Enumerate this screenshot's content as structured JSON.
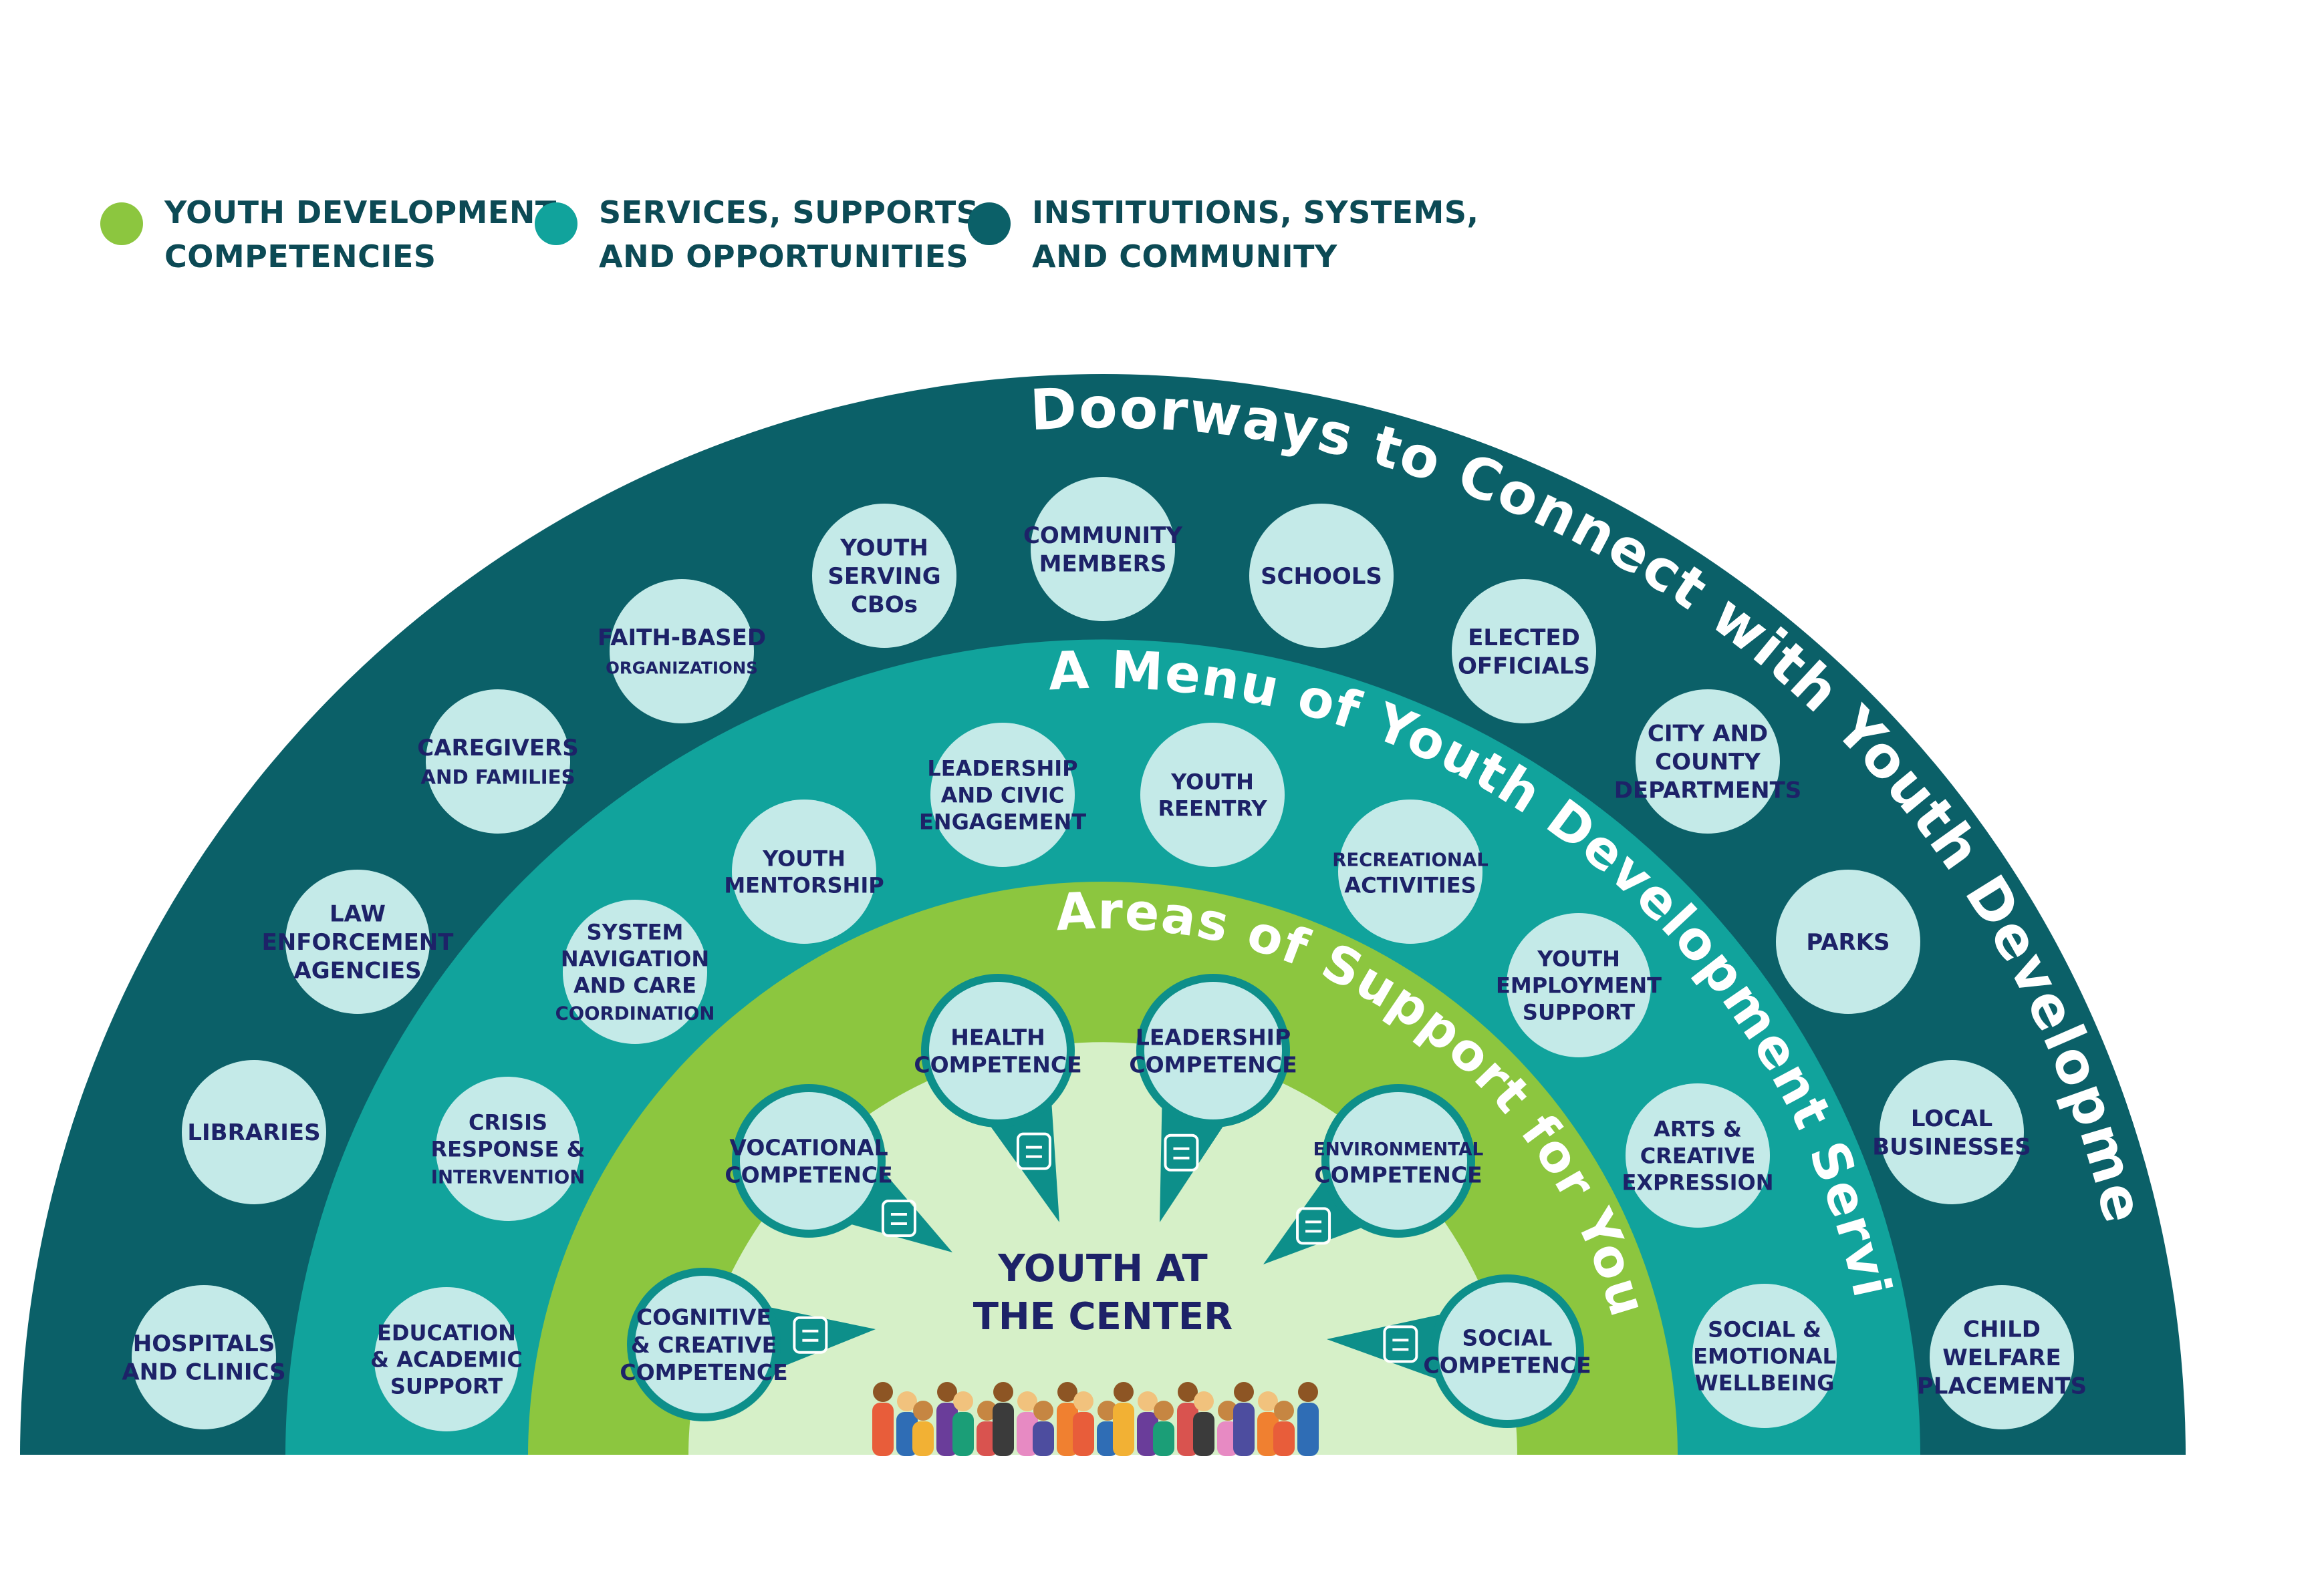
{
  "colors": {
    "outer_ring": "#0b6068",
    "middle_ring": "#11a39c",
    "inner_ring": "#8cc63f",
    "center_fill": "#d6f0c8",
    "bubble_fill": "#c4eae8",
    "bubble_text": "#1d2268",
    "center_text": "#1d2268",
    "title_text": "#ffffff"
  },
  "legend": [
    {
      "label_line1": "YOUTH DEVELOPMENT",
      "label_line2": "COMPETENCIES",
      "color": "#8cc63f"
    },
    {
      "label_line1": "SERVICES, SUPPORTS,",
      "label_line2": "AND OPPORTUNITIES",
      "color": "#11a39c"
    },
    {
      "label_line1": "INSTITUTIONS, SYSTEMS,",
      "label_line2": "AND COMMUNITY",
      "color": "#0b6068"
    }
  ],
  "rings": {
    "outer_title": "Doorways to Connect with Youth Development Services",
    "middle_title": "A Menu of Youth Development Services",
    "inner_title": "Areas of Support for Youth"
  },
  "center": {
    "line1": "YOUTH AT",
    "line2": "THE CENTER"
  },
  "outer_items": [
    {
      "lines": [
        "HOSPITALS",
        "AND CLINICS"
      ]
    },
    {
      "lines": [
        "LIBRARIES"
      ]
    },
    {
      "lines": [
        "LAW",
        "ENFORCEMENT",
        "AGENCIES"
      ]
    },
    {
      "lines": [
        "CAREGIVERS",
        "AND FAMILIES"
      ]
    },
    {
      "lines": [
        "FAITH-BASED",
        "ORGANIZATIONS"
      ]
    },
    {
      "lines": [
        "YOUTH",
        "SERVING",
        "CBOs"
      ]
    },
    {
      "lines": [
        "COMMUNITY",
        "MEMBERS"
      ]
    },
    {
      "lines": [
        "SCHOOLS"
      ]
    },
    {
      "lines": [
        "ELECTED",
        "OFFICIALS"
      ]
    },
    {
      "lines": [
        "CITY AND",
        "COUNTY",
        "DEPARTMENTS"
      ]
    },
    {
      "lines": [
        "PARKS"
      ]
    },
    {
      "lines": [
        "LOCAL",
        "BUSINESSES"
      ]
    },
    {
      "lines": [
        "CHILD",
        "WELFARE",
        "PLACEMENTS"
      ]
    }
  ],
  "middle_items": [
    {
      "lines": [
        "EDUCATION",
        "& ACADEMIC",
        "SUPPORT"
      ]
    },
    {
      "lines": [
        "CRISIS",
        "RESPONSE &",
        "INTERVENTION"
      ]
    },
    {
      "lines": [
        "SYSTEM",
        "NAVIGATION",
        "AND CARE",
        "COORDINATION"
      ]
    },
    {
      "lines": [
        "YOUTH",
        "MENTORSHIP"
      ]
    },
    {
      "lines": [
        "LEADERSHIP",
        "AND CIVIC",
        "ENGAGEMENT"
      ]
    },
    {
      "lines": [
        "YOUTH",
        "REENTRY"
      ]
    },
    {
      "lines": [
        "RECREATIONAL",
        "ACTIVITIES"
      ]
    },
    {
      "lines": [
        "YOUTH",
        "EMPLOYMENT",
        "SUPPORT"
      ]
    },
    {
      "lines": [
        "ARTS &",
        "CREATIVE",
        "EXPRESSION"
      ]
    },
    {
      "lines": [
        "SOCIAL &",
        "EMOTIONAL",
        "WELLBEING"
      ]
    }
  ],
  "competencies": [
    {
      "lines": [
        "COGNITIVE",
        "& CREATIVE",
        "COMPETENCE"
      ],
      "icon": "brain-scroll-icon"
    },
    {
      "lines": [
        "VOCATIONAL",
        "COMPETENCE"
      ],
      "icon": "tools-grid-icon"
    },
    {
      "lines": [
        "HEALTH",
        "COMPETENCE"
      ],
      "icon": "health-clipboard-icon"
    },
    {
      "lines": [
        "LEADERSHIP",
        "COMPETENCE"
      ],
      "icon": "climbing-people-icon"
    },
    {
      "lines": [
        "ENVIRONMENTAL",
        "COMPETENCE"
      ],
      "icon": "globe-leaf-icon"
    },
    {
      "lines": [
        "SOCIAL",
        "COMPETENCE"
      ],
      "icon": "group-people-icon"
    }
  ]
}
